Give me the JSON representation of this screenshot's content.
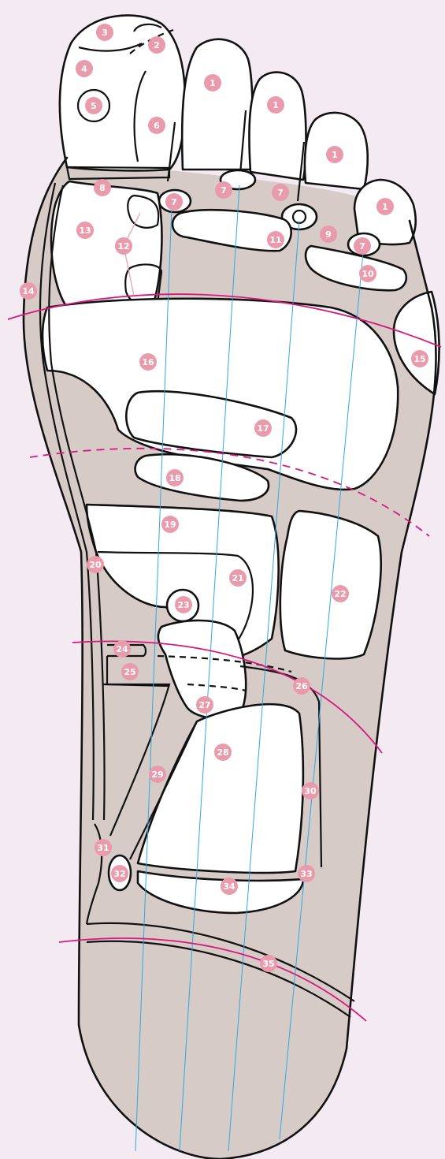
{
  "colors": {
    "background": "#f4eaf1",
    "skin": "#d6cbc7",
    "zone_fill": "#ffffff",
    "outline": "#111111",
    "label_badge": "#e99aab",
    "label_text": "#ffffff",
    "meridian_lines": "#2fa9e0",
    "section_arcs": "#d7197e"
  },
  "zone_numbers": {
    "n1": "1",
    "n2": "2",
    "n3": "3",
    "n4": "4",
    "n5": "5",
    "n6": "6",
    "n7": "7",
    "n8": "8",
    "n9": "9",
    "n10": "10",
    "n11": "11",
    "n12": "12",
    "n13": "13",
    "n14": "14",
    "n15": "15",
    "n16": "16",
    "n17": "17",
    "n18": "18",
    "n19": "19",
    "n20": "20",
    "n21": "21",
    "n22": "22",
    "n23": "23",
    "n24": "24",
    "n25": "25",
    "n26": "26",
    "n27": "27",
    "n28": "28",
    "n29": "29",
    "n30": "30",
    "n31": "31",
    "n32": "32",
    "n33": "33",
    "n34": "34",
    "n35": "35"
  }
}
